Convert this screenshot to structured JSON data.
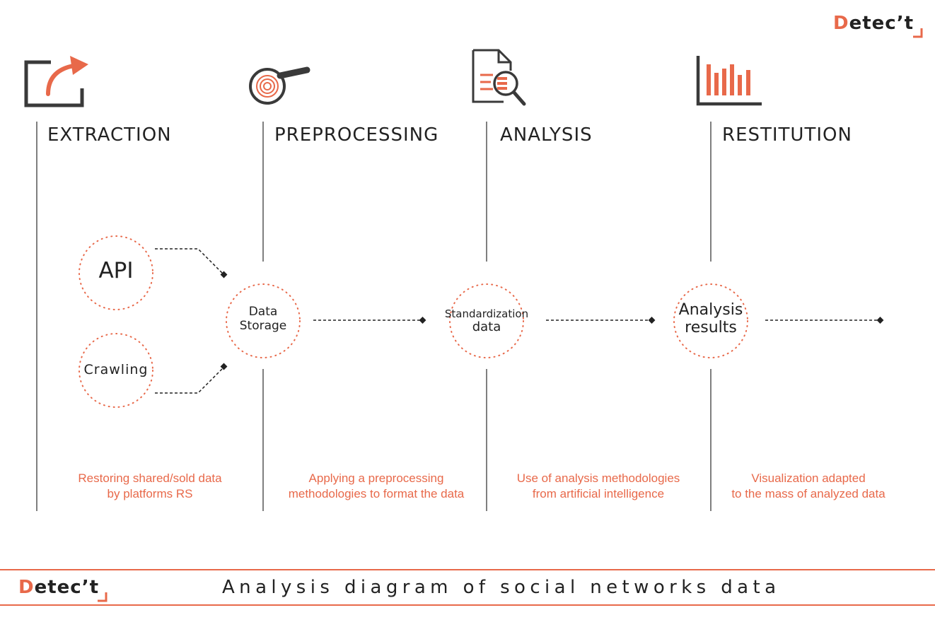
{
  "brand": {
    "first_letter": "D",
    "rest": "etec’t"
  },
  "stages": [
    {
      "title": "EXTRACTION",
      "icon": "share-arrow-icon",
      "desc": [
        "Restoring shared/sold data",
        "by platforms RS"
      ]
    },
    {
      "title": "PREPROCESSING",
      "icon": "magnifier-spiral-icon",
      "desc": [
        "Applying a preprocessing",
        "methodologies to format the data"
      ]
    },
    {
      "title": "ANALYSIS",
      "icon": "document-search-icon",
      "desc": [
        "Use of analysis methodologies",
        "from artificial intelligence"
      ]
    },
    {
      "title": "RESTITUTION",
      "icon": "bar-chart-icon",
      "desc": [
        "Visualization adapted",
        "to the mass of analyzed data"
      ]
    }
  ],
  "nodes": {
    "api": "API",
    "crawling": "Crawling",
    "storage": [
      "Data",
      "Storage"
    ],
    "standardization": [
      "Standardization",
      "data"
    ],
    "results": [
      "Analysis",
      "results"
    ]
  },
  "footer": {
    "title": "Analysis diagram of social networks data"
  },
  "colors": {
    "accent": "#e8694a",
    "dark": "#3a3a3a",
    "text": "#222222"
  }
}
